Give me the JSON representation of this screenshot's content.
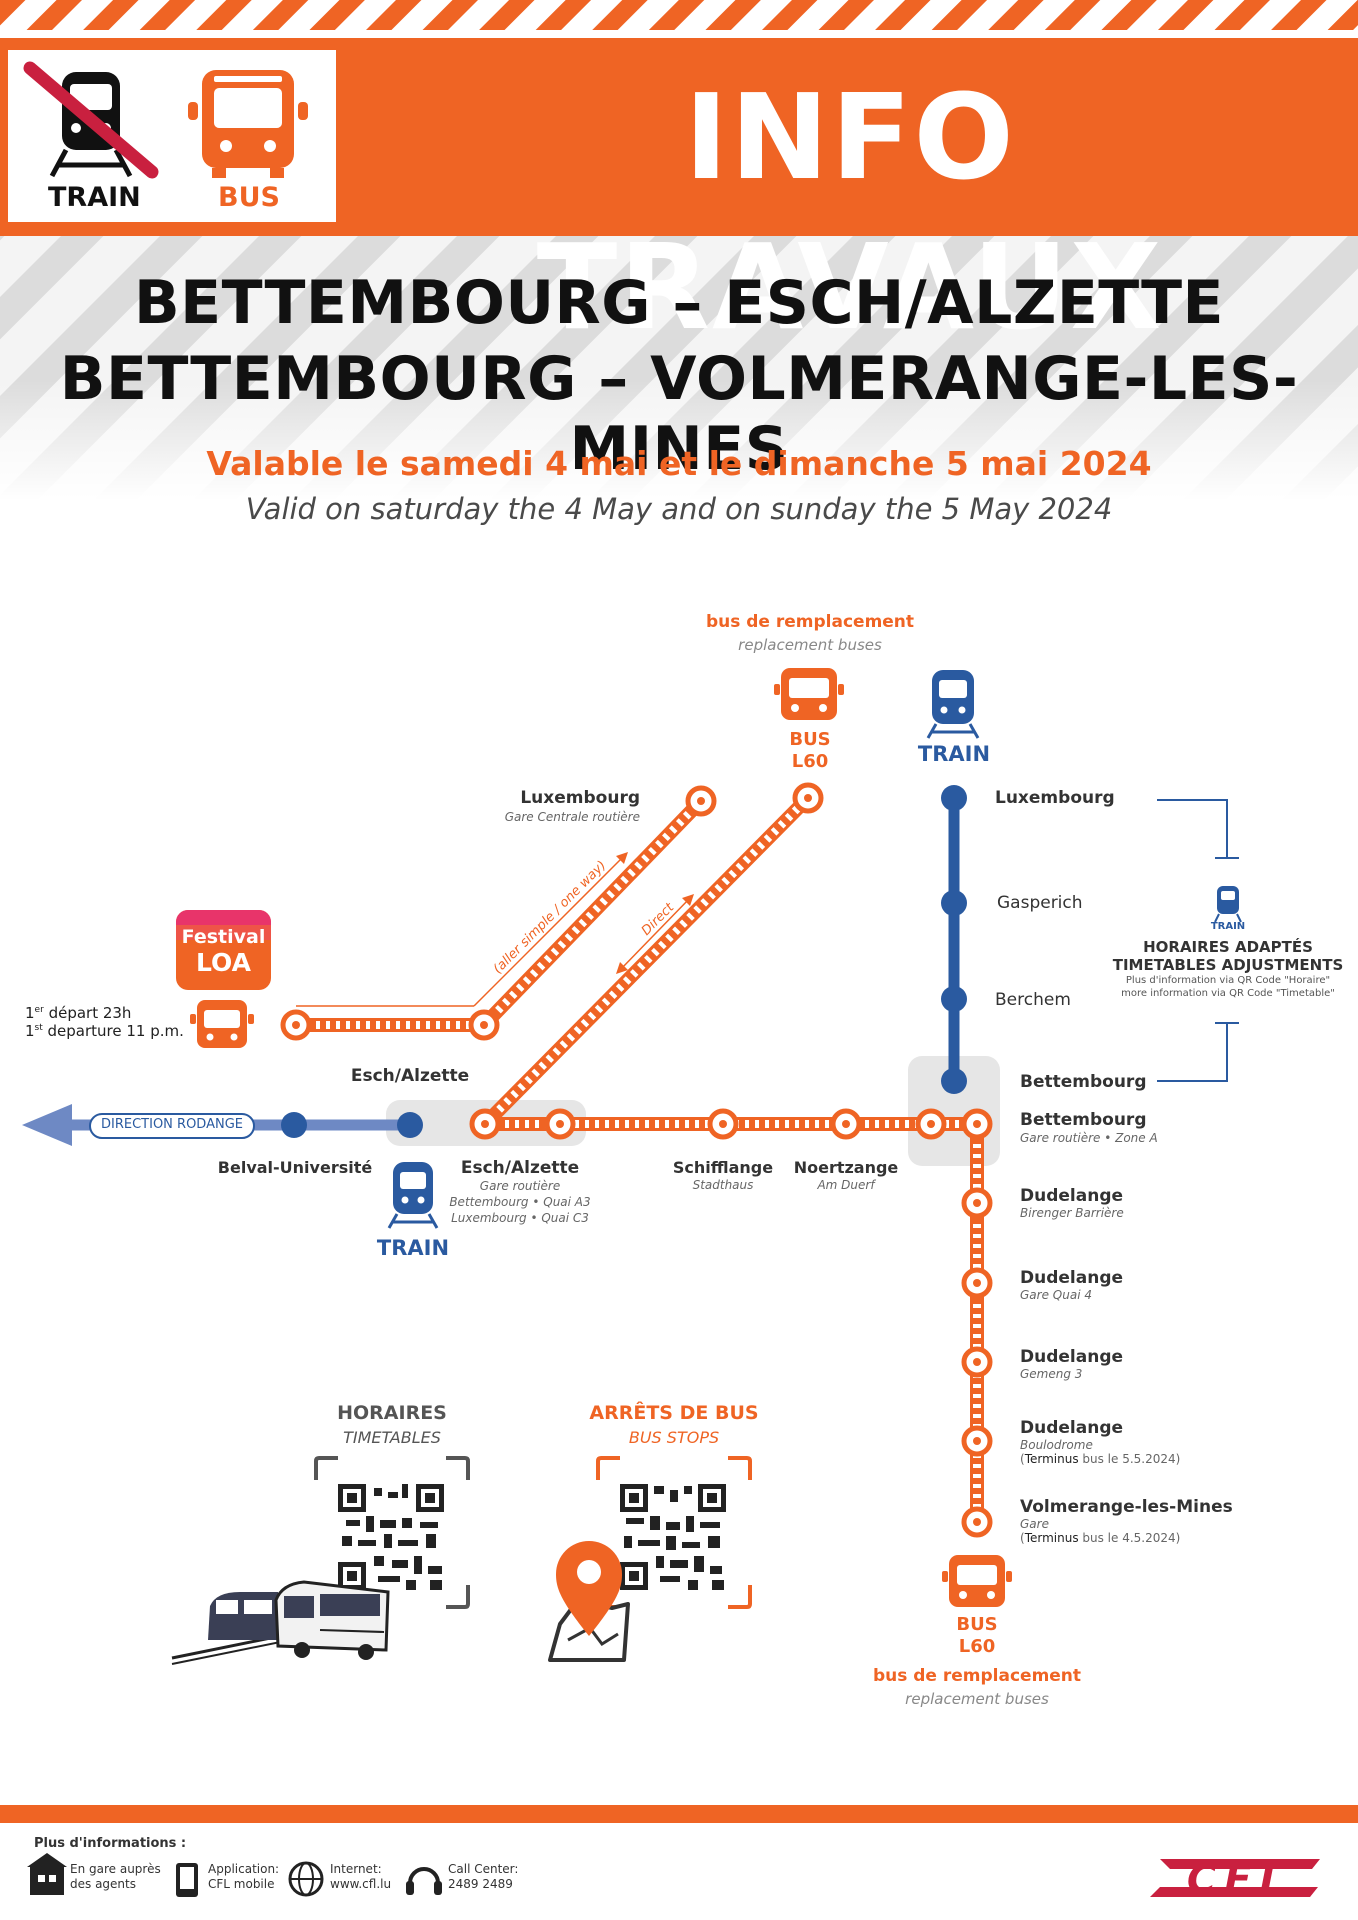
{
  "header": {
    "mode_train": "TRAIN",
    "mode_bus": "BUS",
    "banner": "INFO TRAVAUX",
    "line1": "BETTEMBOURG – ESCH/ALZETTE",
    "line2": "BETTEMBOURG – VOLMERANGE-LES-MINES",
    "valid_fr": "Valable le samedi 4 mai et le dimanche 5 mai 2024",
    "valid_en": "Valid on saturday the 4 May and on sunday the 5 May 2024"
  },
  "colors": {
    "orange": "#ef6424",
    "blue": "#2a5aa0",
    "dark": "#111111",
    "grey": "#6b6b6b"
  },
  "top_bus": {
    "fr": "bus de remplacement",
    "en": "replacement buses",
    "label1": "BUS",
    "label2": "L60"
  },
  "top_train": {
    "label": "TRAIN"
  },
  "train_stations": [
    {
      "name": "Luxembourg"
    },
    {
      "name": "Gasperich"
    },
    {
      "name": "Berchem"
    },
    {
      "name": "Bettembourg"
    }
  ],
  "adjust": {
    "train_label": "TRAIN",
    "title1": "HORAIRES ADAPTÉS",
    "title2": "TIMETABLES ADJUSTMENTS",
    "info1": "Plus d'information via QR Code \"Horaire\"",
    "info2": "more information via QR Code \"Timetable\""
  },
  "lux_bus": {
    "name": "Luxembourg",
    "sub": "Gare Centrale routière"
  },
  "labels": {
    "one_way": "(aller simple / one way)",
    "direct": "Direct"
  },
  "festival": {
    "line1": "Festival",
    "line2": "LOA",
    "dep_fr_pre": "1",
    "dep_fr_sup": "er",
    "dep_fr_post": " départ 23h",
    "dep_en_pre": "1",
    "dep_en_sup": "st",
    "dep_en_post": " departure 11 p.m."
  },
  "esch_top": "Esch/Alzette",
  "direction": "DIRECTION RODANGE",
  "belval": "Belval-Université",
  "esch_bus": {
    "name": "Esch/Alzette",
    "sub1": "Gare routière",
    "sub2": "Bettembourg • Quai A3",
    "sub3": "Luxembourg • Quai C3"
  },
  "esch_train": "TRAIN",
  "schifflange": {
    "name": "Schifflange",
    "sub": "Stadthaus"
  },
  "noertzange": {
    "name": "Noertzange",
    "sub": "Am Duerf"
  },
  "bet_bus": {
    "name": "Bettembourg",
    "sub": "Gare routière • Zone A"
  },
  "south_stops": [
    {
      "name": "Dudelange",
      "sub": "Birenger Barrière",
      "note_pre": "",
      "note_bold": "",
      "note_post": ""
    },
    {
      "name": "Dudelange",
      "sub": "Gare Quai 4",
      "note_pre": "",
      "note_bold": "",
      "note_post": ""
    },
    {
      "name": "Dudelange",
      "sub": "Gemeng 3",
      "note_pre": "",
      "note_bold": "",
      "note_post": ""
    },
    {
      "name": "Dudelange",
      "sub": "Boulodrome",
      "note_pre": "(",
      "note_bold": "Terminus",
      "note_post": " bus le 5.5.2024)"
    },
    {
      "name": "Volmerange-les-Mines",
      "sub": "Gare",
      "note_pre": "(",
      "note_bold": "Terminus",
      "note_post": " bus le 4.5.2024)"
    }
  ],
  "bottom_bus": {
    "label1": "BUS",
    "label2": "L60",
    "fr": "bus de remplacement",
    "en": "replacement buses"
  },
  "qr": {
    "timetable_fr": "HORAIRES",
    "timetable_en": "TIMETABLES",
    "stops_fr": "ARRÊTS DE BUS",
    "stops_en": "BUS STOPS"
  },
  "footer": {
    "more": "Plus d'informations :",
    "items": [
      {
        "l1": "En gare auprès",
        "l2": "des agents",
        "icon": "station-icon"
      },
      {
        "l1": "Application:",
        "l2": "CFL mobile",
        "icon": "phone-icon"
      },
      {
        "l1": "Internet:",
        "l2": "www.cfl.lu",
        "icon": "globe-icon"
      },
      {
        "l1": "Call Center:",
        "l2": "2489 2489",
        "icon": "headset-icon"
      }
    ],
    "logo": "CFL"
  }
}
